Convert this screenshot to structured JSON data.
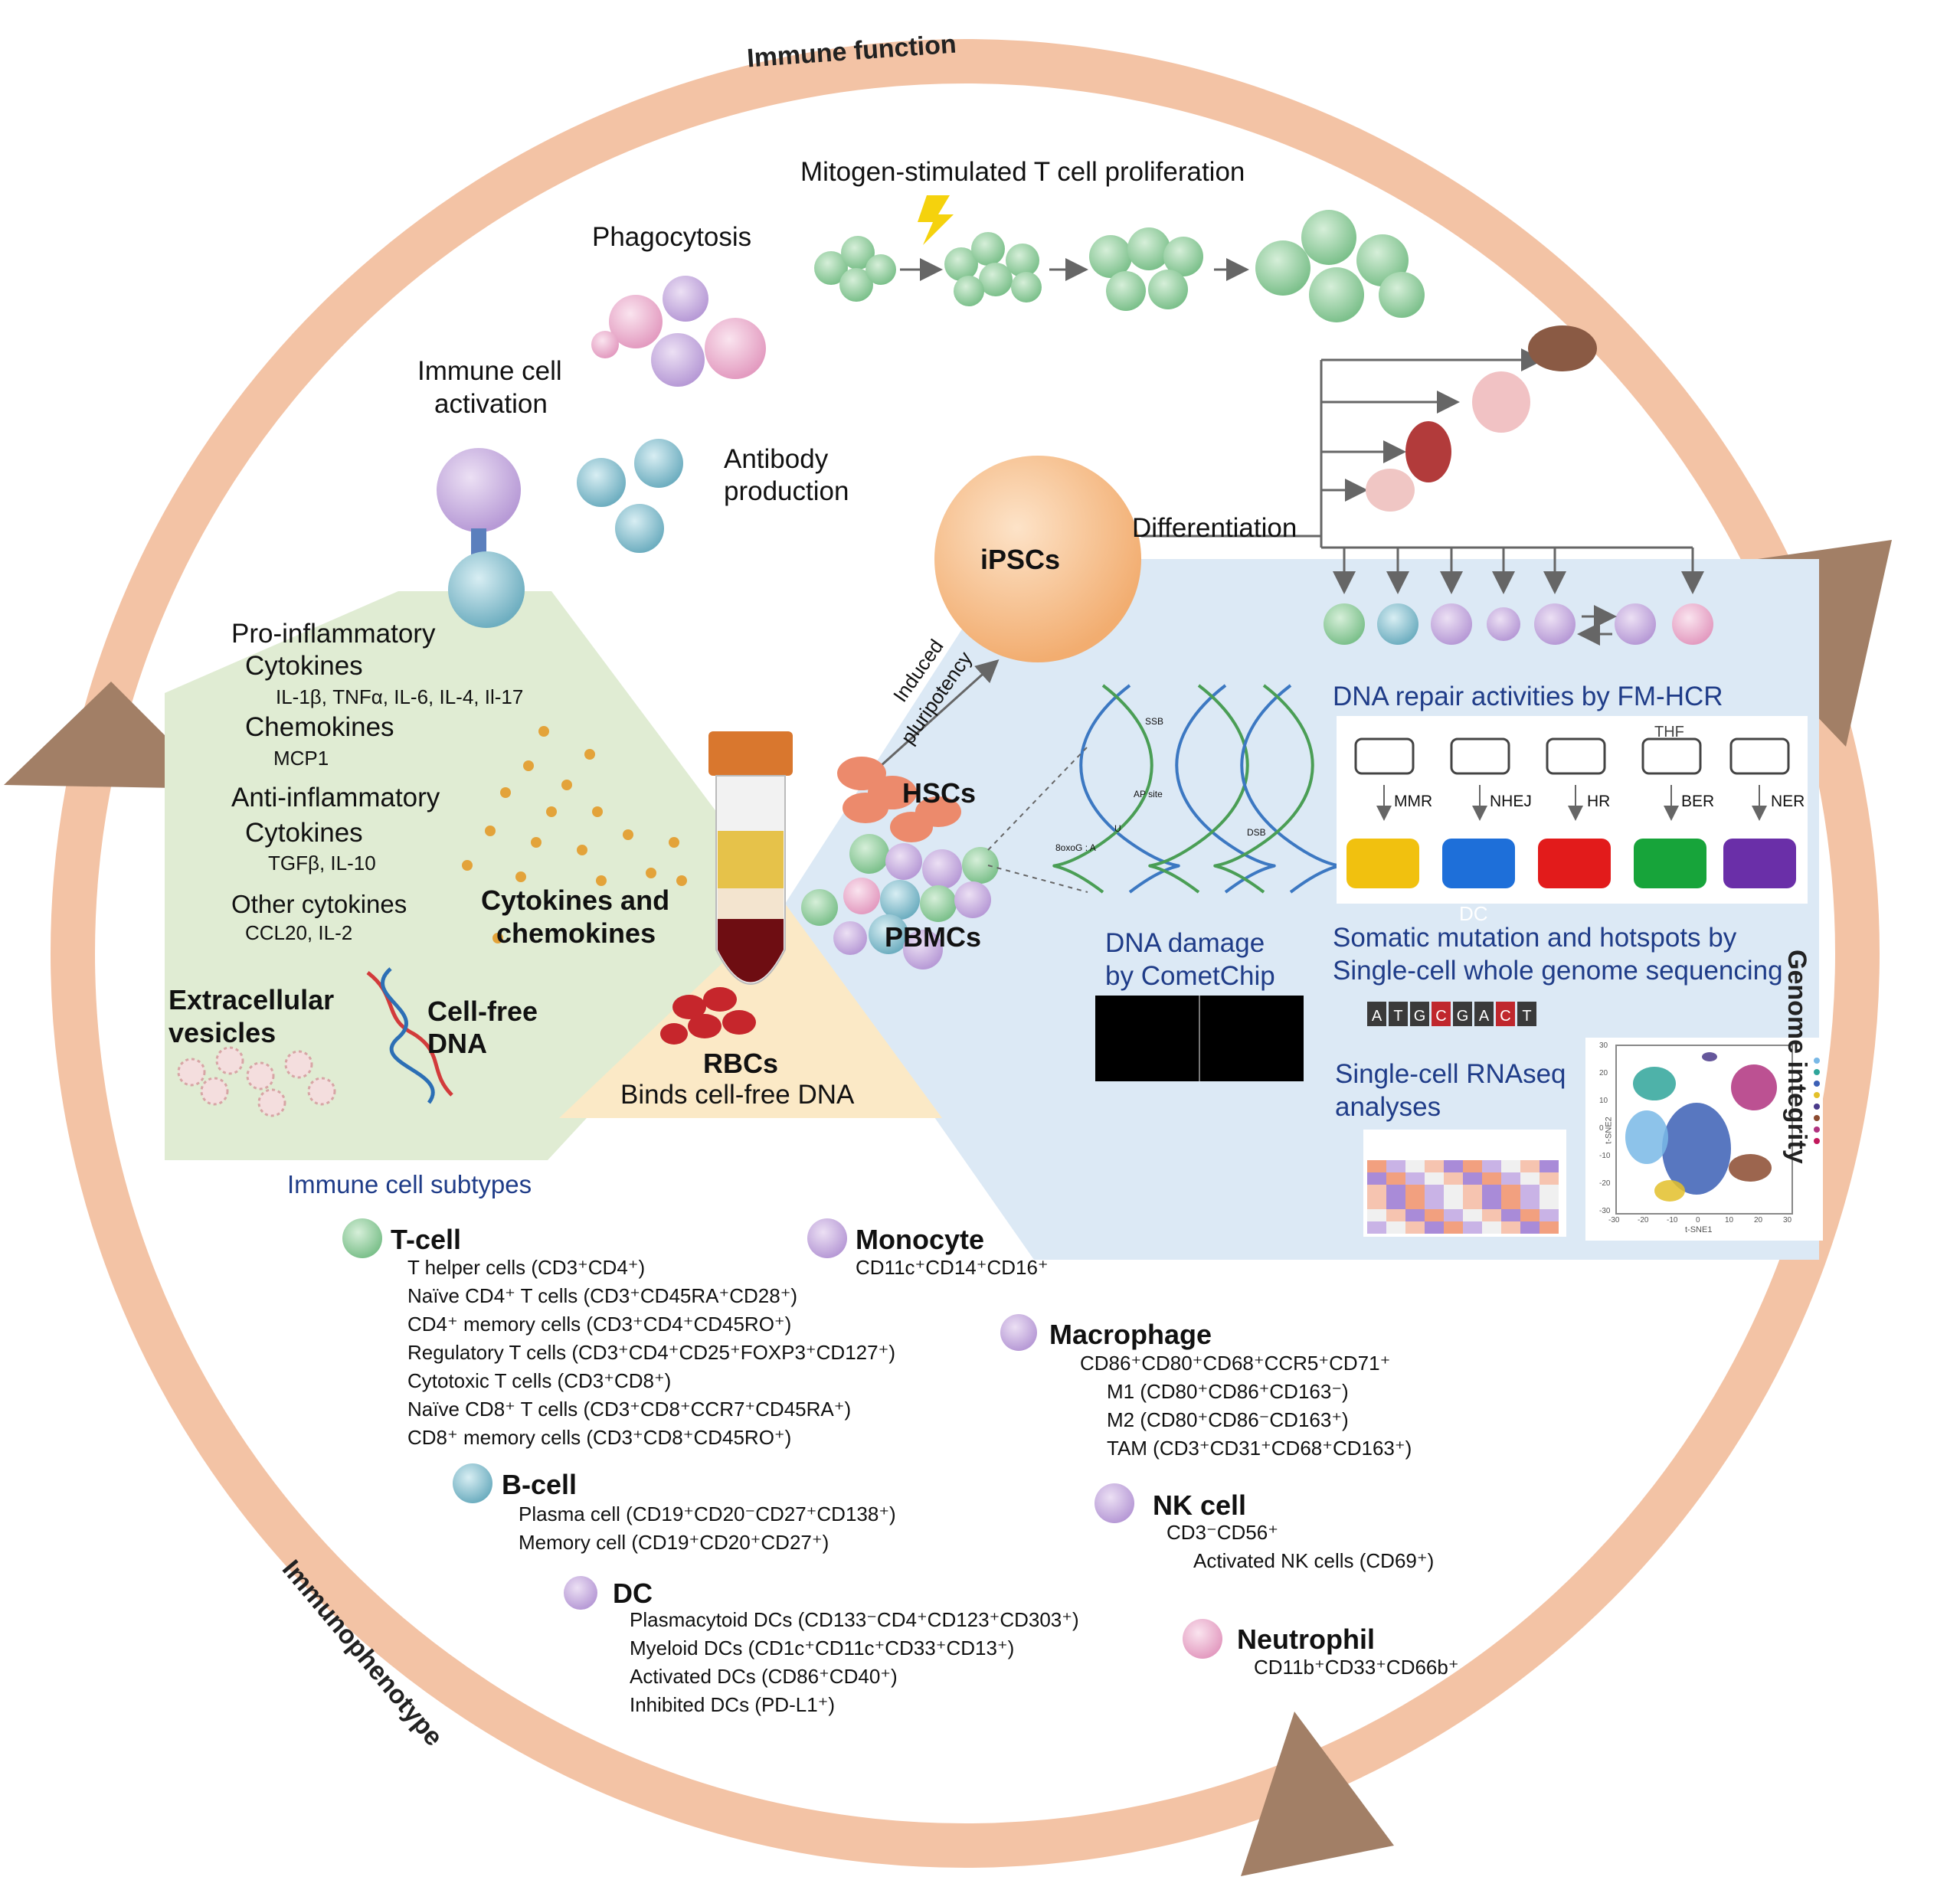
{
  "ring": {
    "top": "Immune function",
    "right": "Genome integrity",
    "left": "Immunophenotype"
  },
  "function": {
    "mitogen": "Mitogen-stimulated  T cell proliferation",
    "phagocytosis": "Phagocytosis",
    "activation_1": "Immune cell",
    "activation_2": "activation",
    "antibody_1": "Antibody",
    "antibody_2": "production",
    "differentiation": "Differentiation",
    "ipscs": "iPSCs",
    "induced_1": "Induced",
    "induced_2": "pluripotency",
    "hscs": "HSCs",
    "pbmcs": "PBMCs",
    "rbcs": "RBCs",
    "rbcs_note": "Binds cell-free DNA"
  },
  "cytokines": {
    "pro_title": "Pro-inflammatory",
    "pro_cyt": "Cytokines",
    "pro_list": "IL-1β, TNFα, IL-6, IL-4, Il-17",
    "chemokines": "Chemokines",
    "chemokines_list": "MCP1",
    "anti_title": "Anti-inflammatory",
    "anti_cyt": "Cytokines",
    "anti_list": "TGFβ, IL-10",
    "other_title": "Other cytokines",
    "other_list": "CCL20, IL-2",
    "cc_label_1": "Cytokines and",
    "cc_label_2": "chemokines",
    "ev_1": "Extracellular",
    "ev_2": "vesicles",
    "cfdna_1": "Cell-free",
    "cfdna_2": "DNA"
  },
  "genome": {
    "fmhcr_title": "DNA repair activities by FM-HCR",
    "repair_paths": [
      "MMR",
      "NHEJ",
      "HR",
      "BER",
      "NER"
    ],
    "thf": "THF",
    "dc_overlay": "DC",
    "comet_1": "DNA damage",
    "comet_2": "by CometChip",
    "somatic_1": "Somatic mutation and hotspots by",
    "somatic_2": "Single-cell whole genome sequencing",
    "seq_letters": [
      "A",
      "T",
      "G",
      "C",
      "G",
      "A",
      "C",
      "T"
    ],
    "rnaseq_1": "Single-cell RNAseq",
    "rnaseq_2": "analyses",
    "dna_labels": [
      "SSB",
      "AP site",
      "U",
      "8oxoG : A",
      "DSB"
    ],
    "tsne_x": "t-SNE1",
    "tsne_y": "t-SNE2",
    "tsne_xticks": [
      "-30",
      "-20",
      "-10",
      "0",
      "10",
      "20",
      "30"
    ],
    "tsne_yticks": [
      "30",
      "20",
      "10",
      "0",
      "-10",
      "-20",
      "-30"
    ]
  },
  "subtypes": {
    "title": "Immune cell subtypes",
    "tcell": {
      "name": "T-cell",
      "lines": [
        "T helper cells (CD3⁺CD4⁺)",
        "Naïve CD4⁺ T cells (CD3⁺CD45RA⁺CD28⁺)",
        "CD4⁺ memory cells (CD3⁺CD4⁺CD45RO⁺)",
        "Regulatory T cells (CD3⁺CD4⁺CD25⁺FOXP3⁺CD127⁺)",
        "Cytotoxic T cells (CD3⁺CD8⁺)",
        "Naïve CD8⁺ T cells (CD3⁺CD8⁺CCR7⁺CD45RA⁺)",
        "CD8⁺ memory cells (CD3⁺CD8⁺CD45RO⁺)"
      ]
    },
    "bcell": {
      "name": "B-cell",
      "lines": [
        "Plasma cell (CD19⁺CD20⁻CD27⁺CD138⁺)",
        "Memory cell (CD19⁺CD20⁺CD27⁺)"
      ]
    },
    "dc": {
      "name": "DC",
      "lines": [
        "Plasmacytoid DCs (CD133⁻CD4⁺CD123⁺CD303⁺)",
        "Myeloid DCs (CD1c⁺CD11c⁺CD33⁺CD13⁺)",
        "Activated DCs (CD86⁺CD40⁺)",
        "Inhibited DCs (PD-L1⁺)"
      ]
    },
    "monocyte": {
      "name": "Monocyte",
      "lines": [
        "CD11c⁺CD14⁺CD16⁺"
      ]
    },
    "macrophage": {
      "name": "Macrophage",
      "lines": [
        "CD86⁺CD80⁺CD68⁺CCR5⁺CD71⁺",
        "M1 (CD80⁺CD86⁺CD163⁻)",
        "M2 (CD80⁺CD86⁻CD163⁺)",
        "TAM (CD3⁺CD31⁺CD68⁺CD163⁺)"
      ]
    },
    "nk": {
      "name": "NK cell",
      "lines": [
        "CD3⁻CD56⁺",
        "Activated NK cells (CD69⁺)"
      ]
    },
    "neutrophil": {
      "name": "Neutrophil",
      "lines": [
        "CD11b⁺CD33⁺CD66b⁺"
      ]
    }
  },
  "colors": {
    "ring": "#f3c3a5",
    "ring_arrow": "#a27f66",
    "green_panel": "#e0ecd3",
    "blue_panel": "#dce9f5",
    "rbc_panel": "#fbe9c6",
    "tcell": "#7cc08b",
    "bcell": "#7fb6c6",
    "monocyte": "#c7a9dc",
    "macrophage": "#9b8fd0",
    "neutrophil": "#eaa9c8",
    "cytokine": "#e3a33a"
  }
}
